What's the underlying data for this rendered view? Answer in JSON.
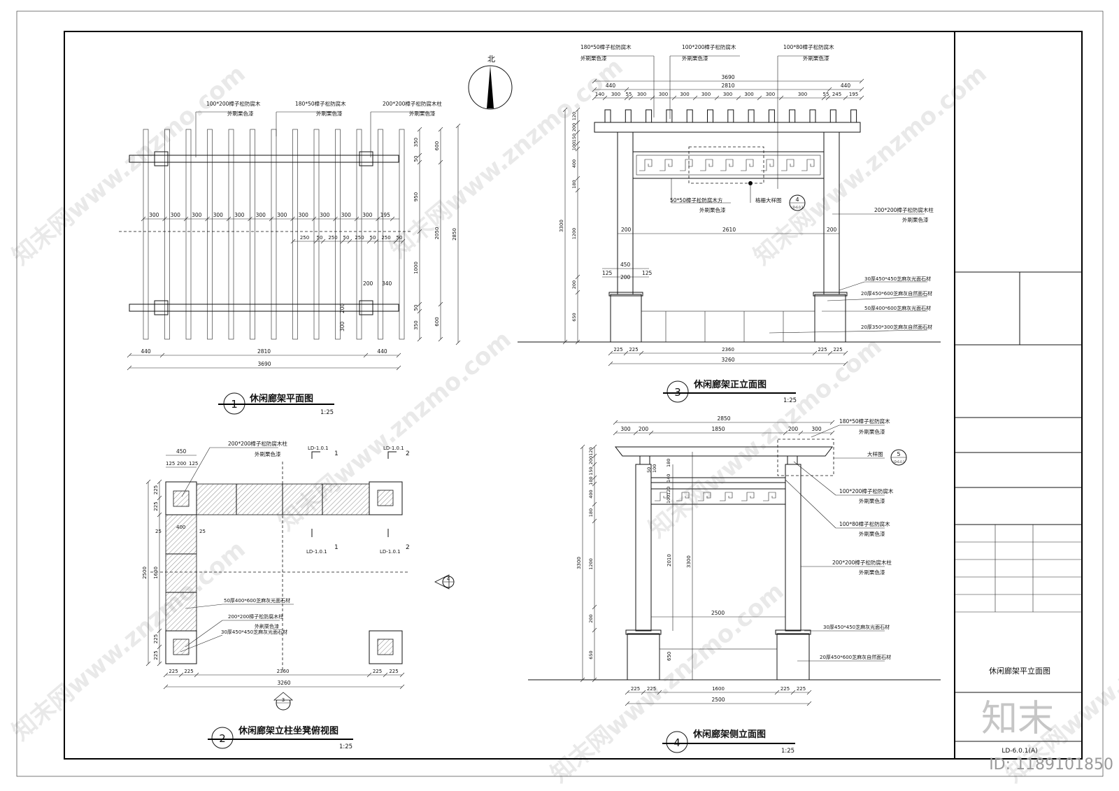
{
  "north": "北",
  "plan": {
    "num": "1",
    "title": "休闲廊架平面图",
    "scale": "1:25",
    "lbl_a1": "100*200樟子松防腐木",
    "lbl_a2": "外刷栗色漆",
    "lbl_b1": "180*50樟子松防腐木",
    "lbl_b2": "外刷栗色漆",
    "lbl_c1": "200*200樟子松防腐木柱",
    "lbl_c2": "外刷栗色漆",
    "top_dims": [
      "300",
      "300",
      "300",
      "300",
      "300",
      "300",
      "300",
      "300",
      "300",
      "300",
      "300",
      "195"
    ],
    "mid_dims": [
      "250",
      "50",
      "250",
      "50",
      "250",
      "50",
      "250",
      "50"
    ],
    "d200": "200",
    "d340": "340",
    "r_dims": [
      "350",
      "50",
      "950",
      "1000",
      "50",
      "350"
    ],
    "r2_dims": [
      "600",
      "2050",
      "600"
    ],
    "r3": "2850",
    "l300": "300",
    "l200": "200",
    "bot1": [
      "440",
      "2810",
      "440"
    ],
    "bot2": "3690"
  },
  "front": {
    "num": "3",
    "title": "休闲廊架正立面图",
    "scale": "1:25",
    "t1a": "180*50樟子松防腐木",
    "t1b": "外刷栗色漆",
    "t2a": "100*200樟子松防腐木",
    "t2b": "外刷栗色漆",
    "t3a": "100*80樟子松防腐木",
    "t3b": "外刷栗色漆",
    "top1": "3690",
    "top2": [
      "440",
      "2810",
      "440"
    ],
    "top3": [
      "140",
      "300",
      "55",
      "300",
      "300",
      "300",
      "300",
      "300",
      "300",
      "300",
      "300",
      "55",
      "245",
      "195"
    ],
    "left_dims": [
      "120",
      "200",
      "150",
      "100",
      "400",
      "180",
      "1200",
      "200",
      "650"
    ],
    "left_total": "3300",
    "sq1": "50*50樟子松防腐木方",
    "sq2": "外刷栗色漆",
    "grid_lbl": "格栅大样图",
    "det_num": "4",
    "det_ref": "LD-6.0.1",
    "col1": "200*200樟子松防腐木柱",
    "col2": "外刷栗色漆",
    "d200a": "200",
    "d2610": "2610",
    "d200b": "200",
    "d450": "450",
    "d125a": "125",
    "d200c": "200",
    "d125b": "125",
    "m1": "30厚450*450芝麻灰光面石材",
    "m2": "20厚450*600芝麻灰自然面石材",
    "m3": "50厚400*600芝麻灰光面石材",
    "m4": "20厚350*300芝麻灰自然面石材",
    "bot1": [
      "225",
      "225",
      "2360",
      "225",
      "225"
    ],
    "bot2": "3260"
  },
  "bench": {
    "num": "2",
    "title": "休闲廊架立柱坐凳俯视图",
    "scale": "1:25",
    "c1": "200*200樟子松防腐木柱",
    "c2": "外刷栗色漆",
    "top": "450",
    "top2": [
      "125",
      "200",
      "125"
    ],
    "sec1": "LD-1.0.1",
    "sec1n": "1",
    "sec2": "LD-1.0.1",
    "sec2n": "2",
    "l_dims": [
      "225",
      "225",
      "1600",
      "225",
      "225"
    ],
    "l_total": "2500",
    "d25a": "25",
    "d400": "400",
    "d25b": "25",
    "s1": "50厚400*600芝麻灰光面石材",
    "s2": "200*200樟子松防腐木柱",
    "s3": "外刷栗色漆",
    "s4": "30厚450*450芝麻灰光面石材",
    "bot1": [
      "225",
      "225",
      "2360",
      "225",
      "225"
    ],
    "bot2": "3260",
    "mark4": "4",
    "mark3": "3"
  },
  "side": {
    "num": "4",
    "title": "休闲廊架侧立面图",
    "scale": "1:25",
    "top1": "2850",
    "top2": [
      "300",
      "200",
      "1850",
      "200",
      "300"
    ],
    "t1a": "180*50樟子松防腐木",
    "t1b": "外刷栗色漆",
    "det": "大样图",
    "det_num": "5",
    "det_ref": "LD-6.0.1",
    "t2a": "100*200樟子松防腐木",
    "t2b": "外刷栗色漆",
    "t3a": "100*80樟子松防腐木",
    "t3b": "外刷栗色漆",
    "t4a": "200*200樟子松防腐木柱",
    "t4b": "外刷栗色漆",
    "left_dims": [
      "120",
      "200",
      "150",
      "100",
      "400",
      "180",
      "1200",
      "200",
      "650"
    ],
    "left_total": "3300",
    "inner": [
      "180",
      "140",
      "120",
      "100",
      "50",
      "100"
    ],
    "i2010": "2010",
    "i3300": "3300",
    "i650": "650",
    "d2500": "2500",
    "m1": "30厚450*450芝麻灰光面石材",
    "m2": "20厚450*600芝麻灰自然面石材",
    "bot1": [
      "225",
      "225",
      "1600",
      "225",
      "225"
    ],
    "bot2": "2500"
  },
  "titleblock": {
    "drawing_name": "休闲廊架平立面图",
    "drawing_no": "LD-6.0.1(A)"
  },
  "logo_text": "知末",
  "id_text": "ID: 1189101850",
  "watermark": "知末网www.znzmo.com"
}
